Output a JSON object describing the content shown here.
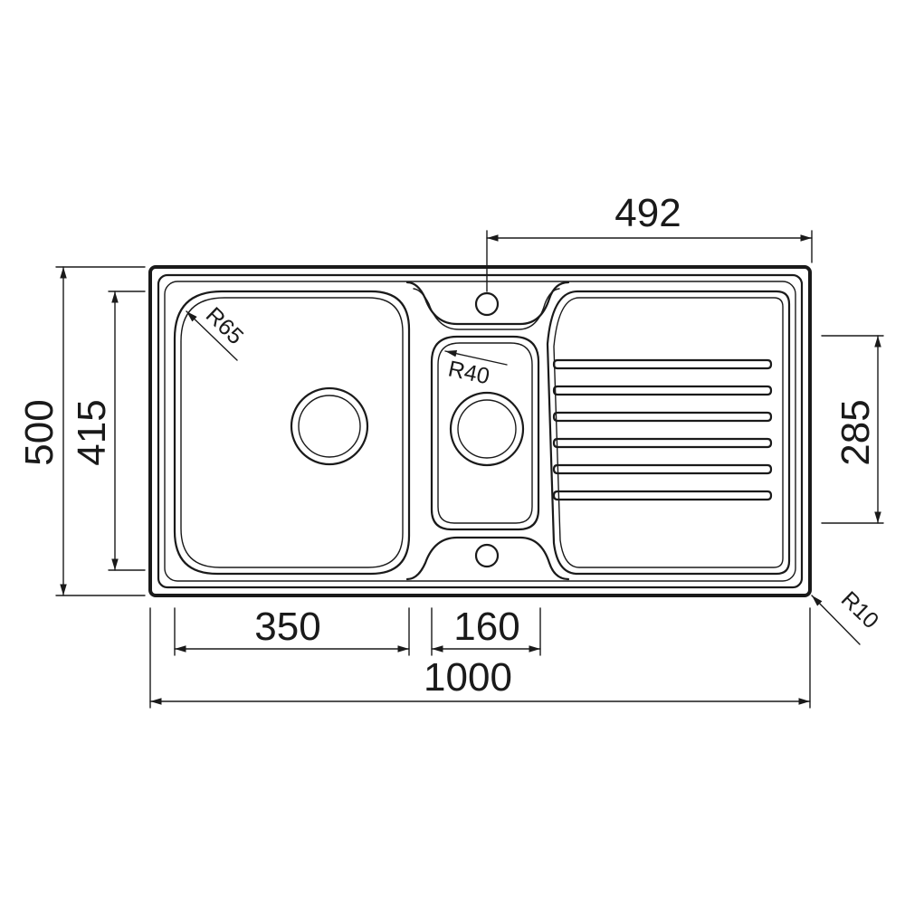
{
  "dimensions": {
    "overall_width": "1000",
    "overall_depth": "500",
    "bowl_inner_depth": "415",
    "drainer_depth": "285",
    "main_bowl_width": "350",
    "half_bowl_width": "160",
    "tap_offset": "492"
  },
  "radii": {
    "main_bowl_corner": "R65",
    "half_bowl_corner": "R40",
    "outer_corner": "R10"
  },
  "colors": {
    "line": "#1a1a1a",
    "background": "#ffffff"
  }
}
